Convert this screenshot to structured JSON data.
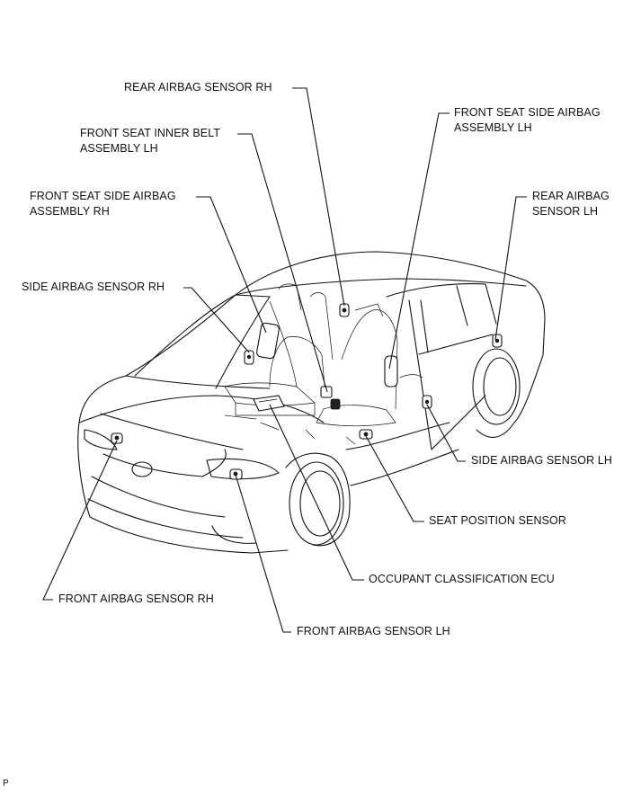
{
  "labels": {
    "rear_airbag_sensor_rh": "REAR AIRBAG SENSOR RH",
    "front_seat_inner_belt_lh_1": "FRONT SEAT INNER BELT",
    "front_seat_inner_belt_lh_2": "ASSEMBLY LH",
    "front_seat_side_airbag_rh_1": "FRONT SEAT SIDE AIRBAG",
    "front_seat_side_airbag_rh_2": "ASSEMBLY RH",
    "side_airbag_sensor_rh": "SIDE AIRBAG SENSOR RH",
    "front_seat_side_airbag_lh_1": "FRONT SEAT SIDE AIRBAG",
    "front_seat_side_airbag_lh_2": "ASSEMBLY LH",
    "rear_airbag_sensor_lh_1": "REAR AIRBAG",
    "rear_airbag_sensor_lh_2": "SENSOR LH",
    "side_airbag_sensor_lh": "SIDE AIRBAG SENSOR LH",
    "seat_position_sensor": "SEAT POSITION SENSOR",
    "occupant_classification_ecu": "OCCUPANT CLASSIFICATION ECU",
    "front_airbag_sensor_rh": "FRONT AIRBAG SENSOR RH",
    "front_airbag_sensor_lh": "FRONT AIRBAG SENSOR LH"
  },
  "corner_mark": "P"
}
